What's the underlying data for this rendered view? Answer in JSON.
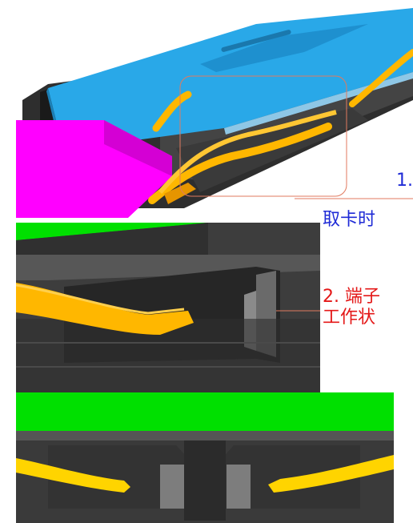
{
  "callouts": [
    {
      "number": "1.",
      "text": "取卡时",
      "color": "#1f2bd6"
    },
    {
      "number": "2. 端子",
      "text": "工作状",
      "color": "#e41818"
    }
  ],
  "colors": {
    "card_tray": "#29a8e8",
    "sim_card": "#ff00ff",
    "terminal": "#ffb700",
    "housing": "#3a3a3a",
    "pcb": "#00e000",
    "highlight_box": "#e07a5f"
  },
  "icons": [
    "sim-card-tray",
    "sim-card",
    "contact-terminal",
    "connector-housing",
    "pcb-board"
  ]
}
